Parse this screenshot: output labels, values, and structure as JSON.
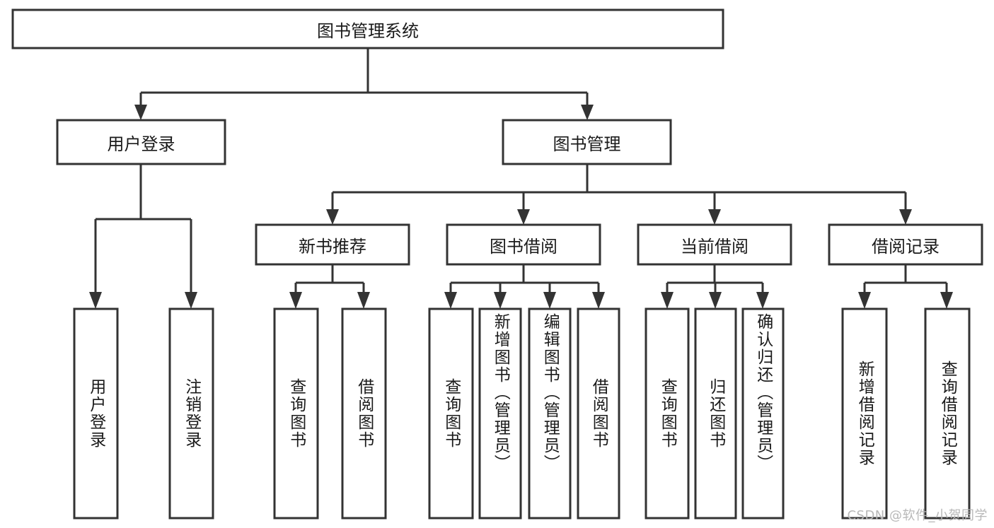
{
  "diagram": {
    "title": "图书管理系统",
    "watermark": "CSDN @软件_小贺同学",
    "root": {
      "label": "图书管理系统"
    },
    "level2": [
      {
        "label": "用户登录"
      },
      {
        "label": "图书管理"
      }
    ],
    "level3": [
      {
        "label": "新书推荐"
      },
      {
        "label": "图书借阅"
      },
      {
        "label": "当前借阅"
      },
      {
        "label": "借阅记录"
      }
    ],
    "leaves": {
      "user_login": [
        {
          "label": "用户登录"
        },
        {
          "label": "注销登录"
        }
      ],
      "new_book_recommend": [
        {
          "label": "查询图书"
        },
        {
          "label": "借阅图书"
        }
      ],
      "book_borrow": [
        {
          "label": "查询图书"
        },
        {
          "label": "新增图书（管理员）"
        },
        {
          "label": "编辑图书（管理员）"
        },
        {
          "label": "借阅图书"
        }
      ],
      "current_borrow": [
        {
          "label": "查询图书"
        },
        {
          "label": "归还图书"
        },
        {
          "label": "确认归还（管理员）"
        }
      ],
      "borrow_record": [
        {
          "label": "新增借阅记录"
        },
        {
          "label": "查询借阅记录"
        }
      ]
    },
    "colors": {
      "stroke": "#333333",
      "fill": "#ffffff",
      "text": "#1a1a1a",
      "watermark": "#b8b8b8"
    }
  }
}
